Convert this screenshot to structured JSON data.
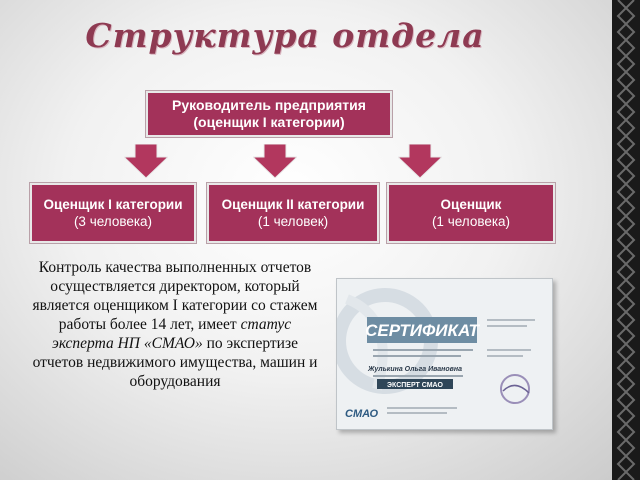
{
  "title": "Структура отдела",
  "head": {
    "line1": "Руководитель предприятия",
    "line2": "(оценщик I категории)"
  },
  "subordinates": [
    {
      "role": "Оценщик I категории",
      "count": "(3 человека)"
    },
    {
      "role": "Оценщик II категории",
      "count": "(1 человек)"
    },
    {
      "role": "Оценщик",
      "count": "(1 человека)"
    }
  ],
  "description": {
    "text_before": "Контроль качества выполненных отчетов осуществляется директором, который является оценщиком I категории со стажем работы более 14 лет, имеет ",
    "italic": "статус эксперта НП «СМАО»",
    "text_after": " по экспертизе отчетов недвижимого имущества, машин и оборудования"
  },
  "certificate": {
    "heading": "СЕРТИФИКАТ",
    "name": "Жулькина Ольга Ивановна",
    "badge": "ЭКСПЕРТ СМАО",
    "logo": "СМАО"
  },
  "colors": {
    "box": "#a3325a",
    "arrow": "#b2375e",
    "title": "#8e3a52"
  }
}
